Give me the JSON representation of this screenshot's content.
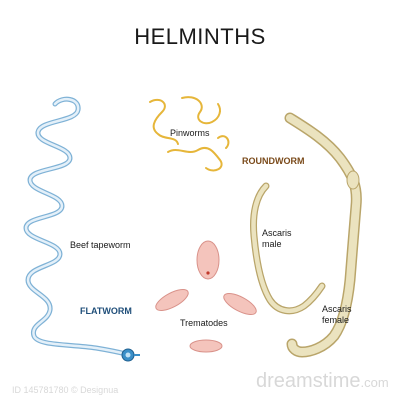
{
  "title": "HELMINTHS",
  "groups": {
    "flatworm": "FLATWORM",
    "roundworm": "ROUNDWORM"
  },
  "labels": {
    "pinworms": "Pinworms",
    "beef_tapeworm": "Beef tapeworm",
    "ascaris_male": [
      "Ascaris",
      "male"
    ],
    "ascaris_female": [
      "Ascaris",
      "female"
    ],
    "trematodes": "Trematodes"
  },
  "watermark": {
    "brand": "dreamstime",
    "domain": ".com",
    "id": "ID 145781780 © Designua"
  },
  "colors": {
    "flatworm_label": "#1f4e79",
    "roundworm_label": "#7a4a1a",
    "tapeworm_body": "#cfe3f2",
    "tapeworm_edge": "#7fb2d6",
    "tapeworm_head": "#3a8fc8",
    "pinworm": "#e6b63a",
    "ascaris_body": "#ebe3bf",
    "ascaris_edge": "#b9a56a",
    "trematode": "#f4c4bc",
    "trematode_edge": "#d9928a"
  }
}
